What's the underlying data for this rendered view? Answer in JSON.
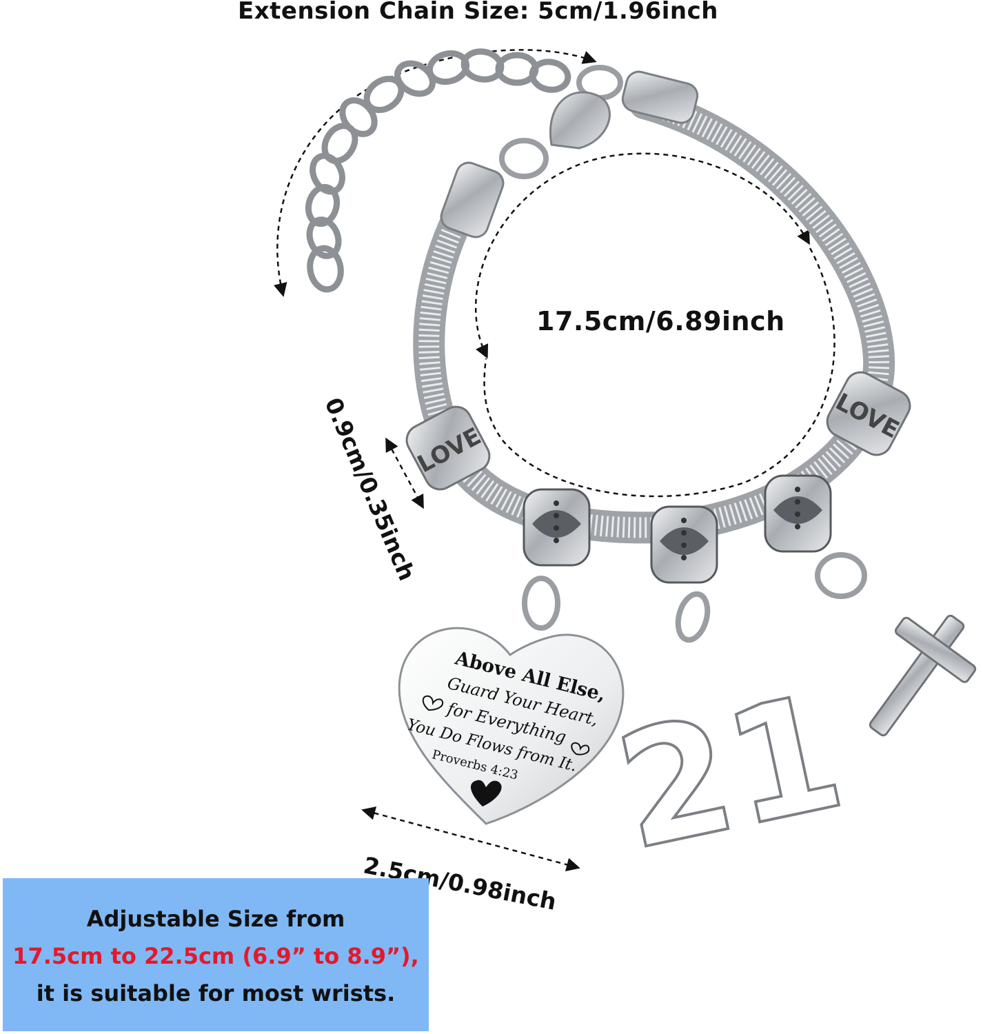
{
  "labels": {
    "extension_chain": "Extension Chain Size: 5cm/1.96inch",
    "circumference": "17.5cm/6.89inch",
    "bead_size": "0.9cm/0.35inch",
    "pendant_size": "2.5cm/0.98inch"
  },
  "info_box": {
    "line1": "Adjustable Size from",
    "line2": "17.5cm to 22.5cm (6.9” to 8.9”),",
    "line3": "it is suitable for most wrists."
  },
  "heart_charm": {
    "line1": "Above All Else,",
    "line2": "Guard Your Heart,",
    "line3": "for Everything",
    "line4": "You Do Flows from It.",
    "line5": "Proverbs 4:23"
  },
  "number_charm": "21",
  "bead_text": "LOVE",
  "colors": {
    "info_box_bg": "#7fb8f5",
    "highlight_red": "#e3192b",
    "metal": "#b9bcc0"
  }
}
